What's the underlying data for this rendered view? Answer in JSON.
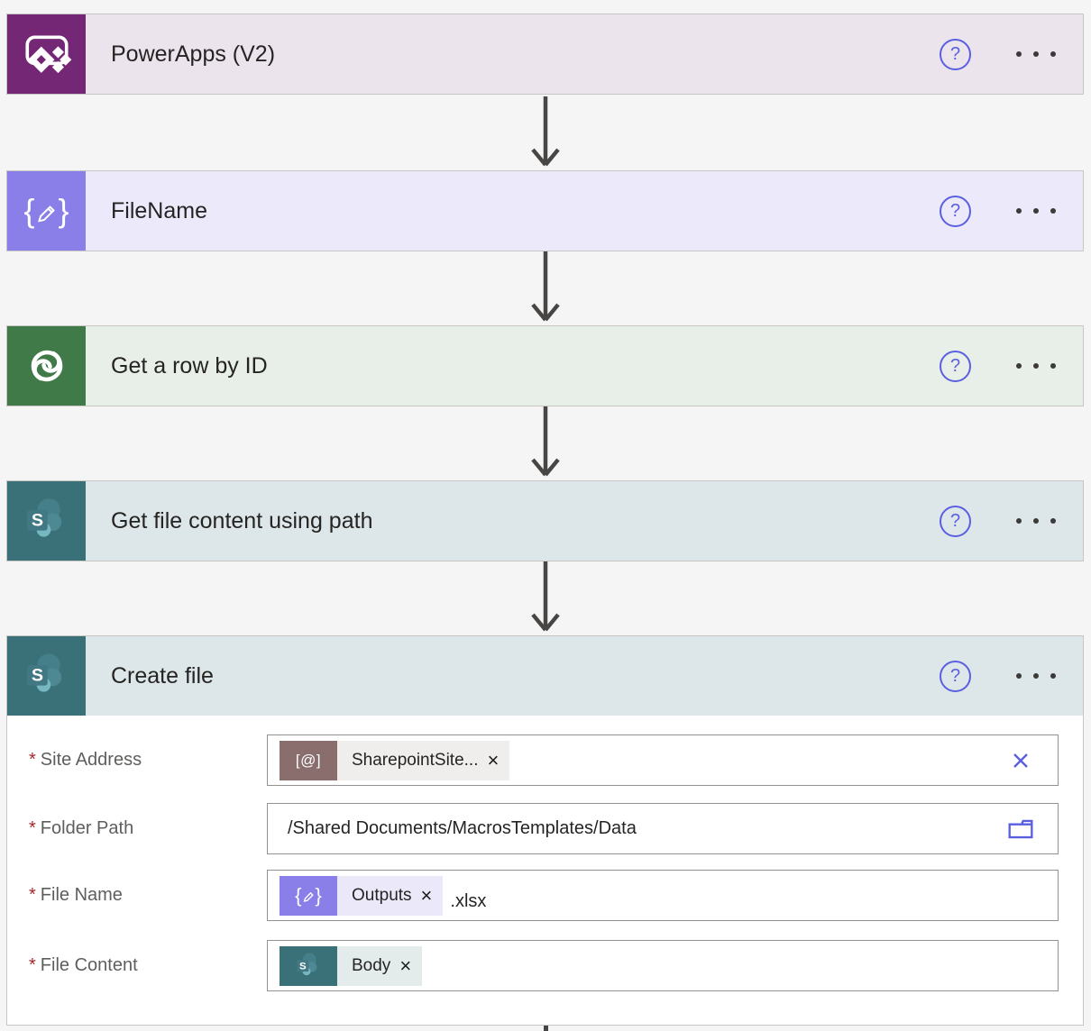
{
  "cards": [
    {
      "title": "PowerApps (V2)",
      "icon": "powerapps-icon",
      "icon_bg": "#742774",
      "header_bg": "#ece4ed"
    },
    {
      "title": "FileName",
      "icon": "variable-icon",
      "icon_bg": "#8a7fe8",
      "header_bg": "#ebe9fa"
    },
    {
      "title": "Get a row by ID",
      "icon": "dataverse-icon",
      "icon_bg": "#3f7a48",
      "header_bg": "#e8efe8"
    },
    {
      "title": "Get file content using path",
      "icon": "sharepoint-icon",
      "icon_bg": "#3a7179",
      "header_bg": "#dde7e9"
    },
    {
      "title": "Create file",
      "icon": "sharepoint-icon",
      "icon_bg": "#3a7179",
      "header_bg": "#dde7e9"
    }
  ],
  "glyphs": {
    "help": "?",
    "required": "*",
    "remove": "×",
    "at_token": "[@]",
    "sharepoint_letter": "S",
    "brace_open": "{",
    "brace_close": "}"
  },
  "form": {
    "fields": [
      {
        "label": "Site Address",
        "token": {
          "text": "SharepointSite...",
          "icon": "at-bracket-icon",
          "bg": "#f0eeed",
          "icon_bg": "#8a6e6e"
        },
        "clearable": true
      },
      {
        "label": "Folder Path",
        "value": "/Shared Documents/MacrosTemplates/Data",
        "trailing_icon": "folder-icon"
      },
      {
        "label": "File Name",
        "token": {
          "text": "Outputs",
          "icon": "variable-icon",
          "bg": "#eae8f9",
          "icon_bg": "#8a7fe8"
        },
        "suffix": ".xlsx"
      },
      {
        "label": "File Content",
        "token": {
          "text": "Body",
          "icon": "sharepoint-icon",
          "bg": "#e3ebeb",
          "icon_bg": "#3a7179"
        }
      }
    ]
  },
  "colors": {
    "accent_blue": "#5a5fe0",
    "arrow": "#484644",
    "card_border": "#c8c6c4",
    "title_text": "#252423",
    "label_text": "#605e5c",
    "required_red": "#a4262c",
    "page_bg": "#f6f5f5"
  }
}
